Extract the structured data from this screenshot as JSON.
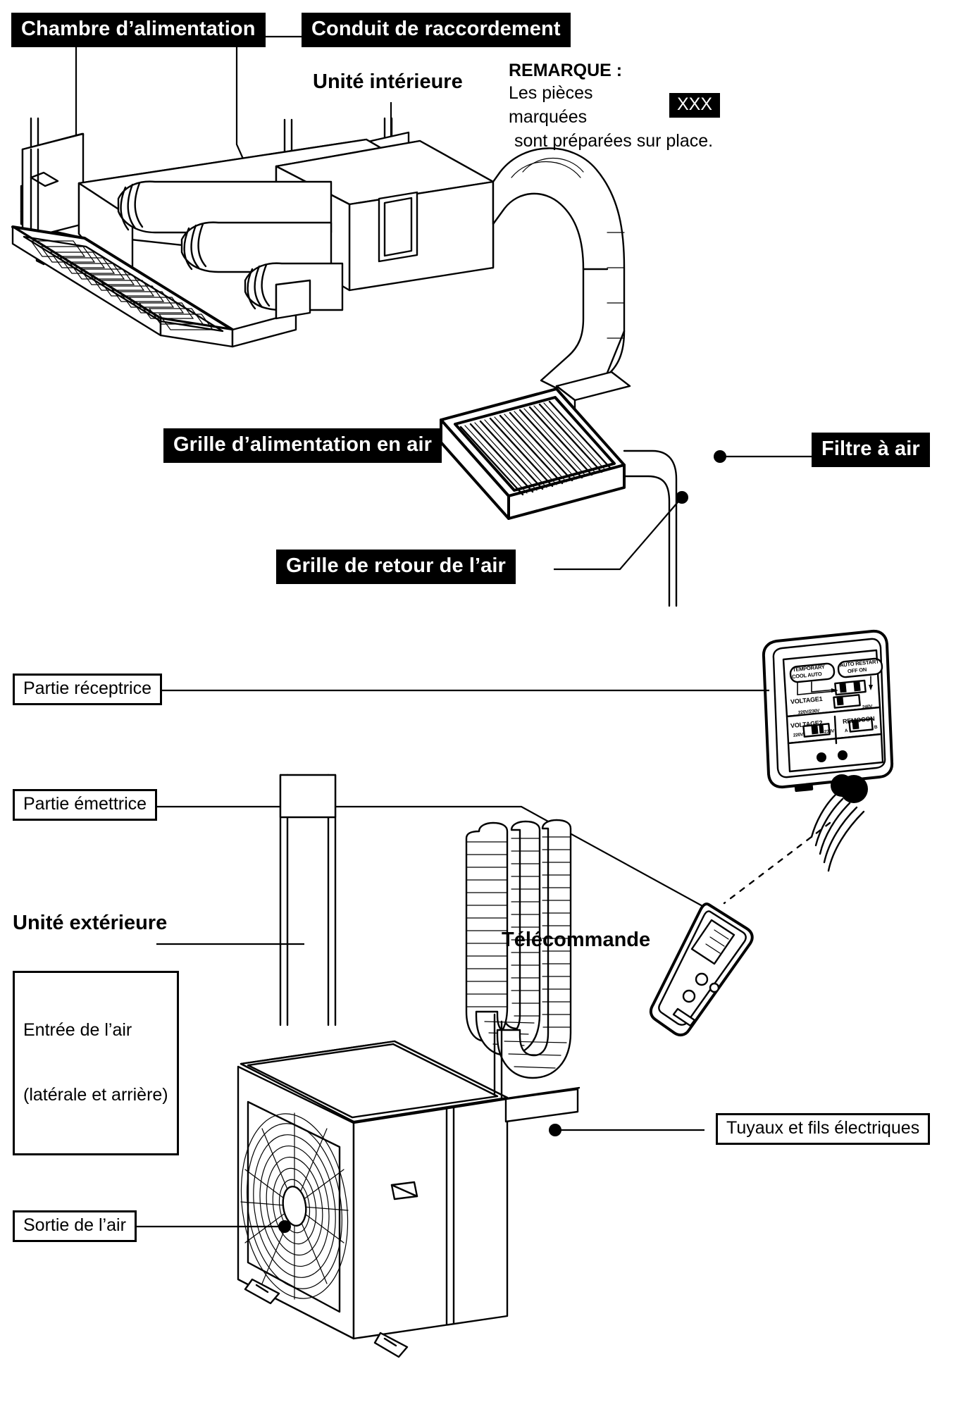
{
  "diagram": {
    "title_note": {
      "title": "REMARQUE :",
      "line1": "Les pièces marquées",
      "chip": "XXX",
      "line2": "sont préparées sur place."
    },
    "labels": {
      "supply_chamber": "Chambre d’alimentation",
      "connecting_duct": "Conduit de raccordement",
      "indoor_unit": "Unité intérieure",
      "supply_air_grille": "Grille d’alimentation en air",
      "air_filter": "Filtre à air",
      "return_air_grille": "Grille de retour de l’air",
      "receiver_part": "Partie réceptrice",
      "transmitter_part": "Partie émettrice",
      "outdoor_unit": "Unité extérieure",
      "air_inlet_line1": "Entrée de l’air",
      "air_inlet_line2": "(latérale et arrière)",
      "remote_control": "Télécommande",
      "pipes_and_wires": "Tuyaux et fils électriques",
      "air_outlet": "Sortie de l’air"
    },
    "control_panel": {
      "temporary": "TEMPORARY",
      "cool_auto": "COOL  AUTO",
      "auto_restart": "AUTO RESTART",
      "off_on": "OFF  ON",
      "voltage1": "VOLTAGE1",
      "voltage1_left": "220V/230V",
      "voltage1_right": "240V",
      "voltage2": "VOLTAGE2",
      "voltage2_left": "220V",
      "voltage2_right": "230V",
      "remocon": "REMOCON",
      "remocon_a": "A",
      "remocon_b": "B"
    },
    "colors": {
      "ink": "#000000",
      "paper": "#ffffff"
    }
  }
}
